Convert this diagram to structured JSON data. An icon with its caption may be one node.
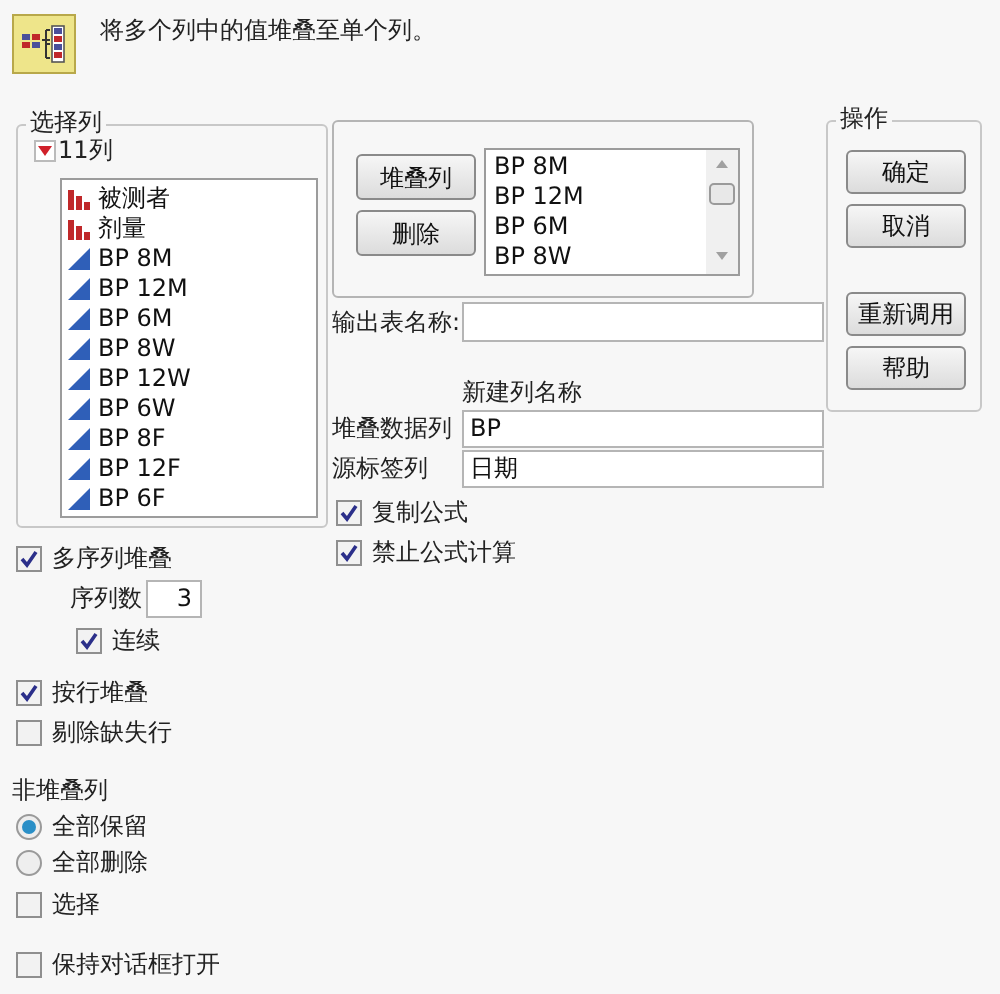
{
  "diagram": {
    "title": "将多个列中的值堆叠至单个列。",
    "nodes": [
      {
        "text": [
          "选择列",
          "11列"
        ]
      },
      {
        "text": [
          "被测者",
          "剂量",
          "BP 8M",
          "BP 12M",
          "BP 6M",
          "BP 8W",
          "BP 12W",
          "BP 6W",
          "BP 8F",
          "BP 12F",
          "BP 6F"
        ],
        "in": 0
      },
      {
        "text": [],
        "shape": "box"
      },
      {
        "text": [
          "堆叠列"
        ],
        "in": 2
      },
      {
        "text": [
          "删除"
        ],
        "in": 2
      },
      {
        "text": [
          "BP 8M",
          "BP 12M",
          "BP 6M",
          "BP 8W"
        ],
        "in": 2
      },
      {
        "text": [
          "操作"
        ]
      },
      {
        "text": [
          "确定"
        ],
        "in": 6
      },
      {
        "text": [
          "取消"
        ],
        "in": 6
      },
      {
        "text": [
          "重新调用"
        ],
        "in": 6
      },
      {
        "text": [
          "帮助"
        ],
        "in": 6
      },
      {
        "text": [],
        "shape": "box"
      },
      {
        "text": [
          "BP"
        ]
      },
      {
        "text": [
          "日期"
        ]
      },
      {
        "text": [
          "3"
        ]
      }
    ],
    "labels": [
      "输出表名称:",
      "新建列名称",
      "堆叠数据列",
      "源标签列",
      "复制公式",
      "禁止公式计算",
      "多序列堆叠",
      "序列数",
      "连续",
      "按行堆叠",
      "剔除缺失行",
      "非堆叠列",
      "全部保留",
      "全部删除",
      "选择",
      "保持对话框打开"
    ]
  }
}
